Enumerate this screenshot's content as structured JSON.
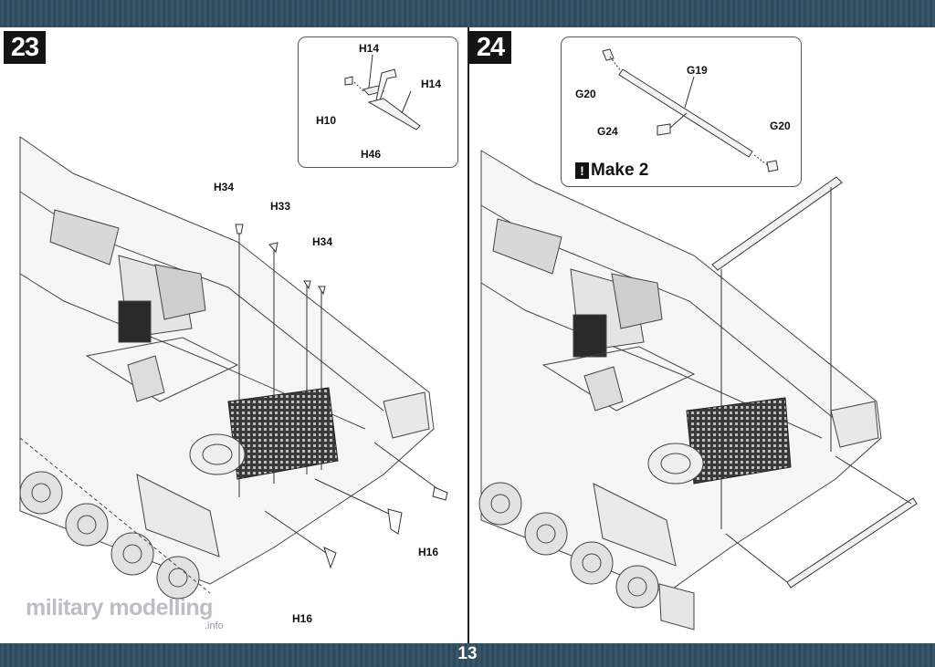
{
  "page_number": "13",
  "steps": [
    {
      "number": "23",
      "callout_labels": {
        "h14_top": "H14",
        "h14_right": "H14",
        "h10": "H10",
        "h46": "H46"
      },
      "labels": {
        "h34_left": "H34",
        "h33": "H33",
        "h34_right": "H34",
        "h16_right": "H16",
        "h16_bottom": "H16"
      }
    },
    {
      "number": "24",
      "callout_labels": {
        "g20_left": "G20",
        "g19": "G19",
        "g24": "G24",
        "g20_right": "G20"
      },
      "note": {
        "icon": "!",
        "text": "Make 2"
      }
    }
  ],
  "watermark": {
    "main": "military modelling",
    "sub": ".info"
  }
}
